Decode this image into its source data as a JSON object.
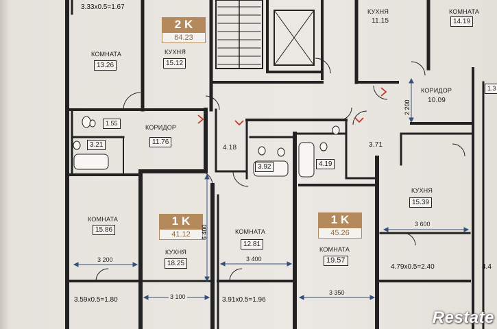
{
  "brand": "Restate",
  "notes": {
    "top_left": "3.33x0.5=1.67",
    "balcony_left": "3.59x0.5=1.80",
    "balcony_mid": "3.91x0.5=1.96",
    "balcony_right": "4.79x0.5=2.40",
    "right_edge": "4.4"
  },
  "badges": {
    "apt_2k": {
      "type": "2 K",
      "area": "64.23"
    },
    "apt_1k_left": {
      "type": "1 K",
      "area": "41.12"
    },
    "apt_1k_right": {
      "type": "1 K",
      "area": "45.26"
    }
  },
  "rooms": {
    "kitchen_top_mid": {
      "label": "КУХНЯ",
      "area": "11.15"
    },
    "room_top_right": {
      "label": "КОМНАТА",
      "area": "14.19"
    },
    "room_left": {
      "label": "КОМНАТА",
      "area": "13.26"
    },
    "kitchen_2k": {
      "label": "КУХНЯ",
      "area": "15.12"
    },
    "corridor_right": {
      "label": "КОРИДОР",
      "area": "10.09"
    },
    "right_edge_box": "1.3",
    "wc_small": "1.55",
    "corridor_left": {
      "label": "КОРИДОР",
      "area": "11.76"
    },
    "bath_left": "3.21",
    "hall_418": "4.18",
    "bath_392": "3.92",
    "bath_419": "4.19",
    "hall_371": "3.71",
    "kitchen_right": {
      "label": "КУХНЯ",
      "area": "15.39"
    },
    "room_1586": {
      "label": "КОМНАТА",
      "area": "15.86"
    },
    "kitchen_1825": {
      "label": "КУХНЯ",
      "area": "18.25"
    },
    "room_1281": {
      "label": "КОМНАТА",
      "area": "12.81"
    },
    "room_1957": {
      "label": "КОМНАТА",
      "area": "19.57"
    }
  },
  "dims": {
    "d2200": "2 200",
    "d6400": "6 400",
    "d3600": "3 600",
    "d3200": "3 200",
    "d3400": "3 400",
    "d3100": "3 100",
    "d3350": "3 350"
  }
}
